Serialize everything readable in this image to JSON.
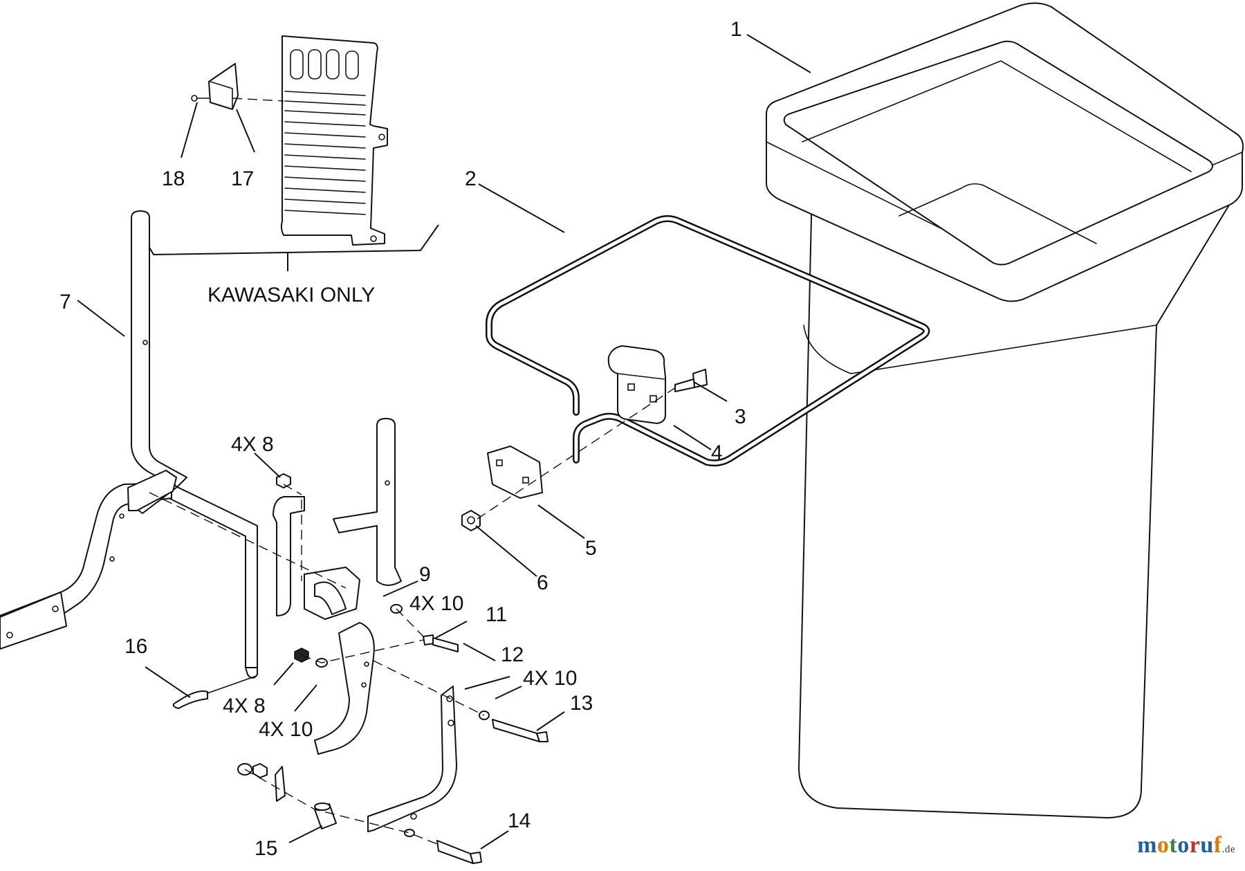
{
  "callouts": {
    "c1": "1",
    "c2": "2",
    "c3": "3",
    "c4": "4",
    "c5": "5",
    "c6": "6",
    "c7": "7",
    "c8": "4X 8",
    "c9": "9",
    "c10": "4X 10",
    "c11": "11",
    "c12": "12",
    "c13": "13",
    "c14": "14",
    "c15": "15",
    "c16": "16",
    "c17": "17",
    "c18": "18",
    "c8b": "4X 8",
    "c10b": "4X 10",
    "c10c": "4X 10"
  },
  "note": "KAWASAKI ONLY",
  "watermark": {
    "name": "motoruf",
    "tld": ".de",
    "letter_colors": [
      "#1f5fa8",
      "#e07b00",
      "#2f8a2f",
      "#1f5fa8",
      "#c92a2a",
      "#1f5fa8",
      "#e07b00"
    ]
  }
}
